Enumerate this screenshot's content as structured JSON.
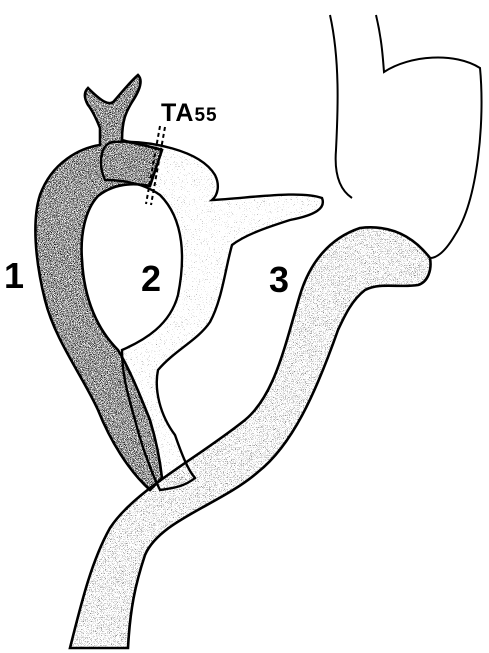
{
  "labels": {
    "staple_prefix": "TA",
    "staple_suffix": "55",
    "part_1": "1",
    "part_2": "2",
    "part_3": "3"
  },
  "colors": {
    "outline": "#000000",
    "dense_stipple": "#3a3a3a",
    "light_stipple": "#bdbdbd",
    "background": "#ffffff"
  }
}
